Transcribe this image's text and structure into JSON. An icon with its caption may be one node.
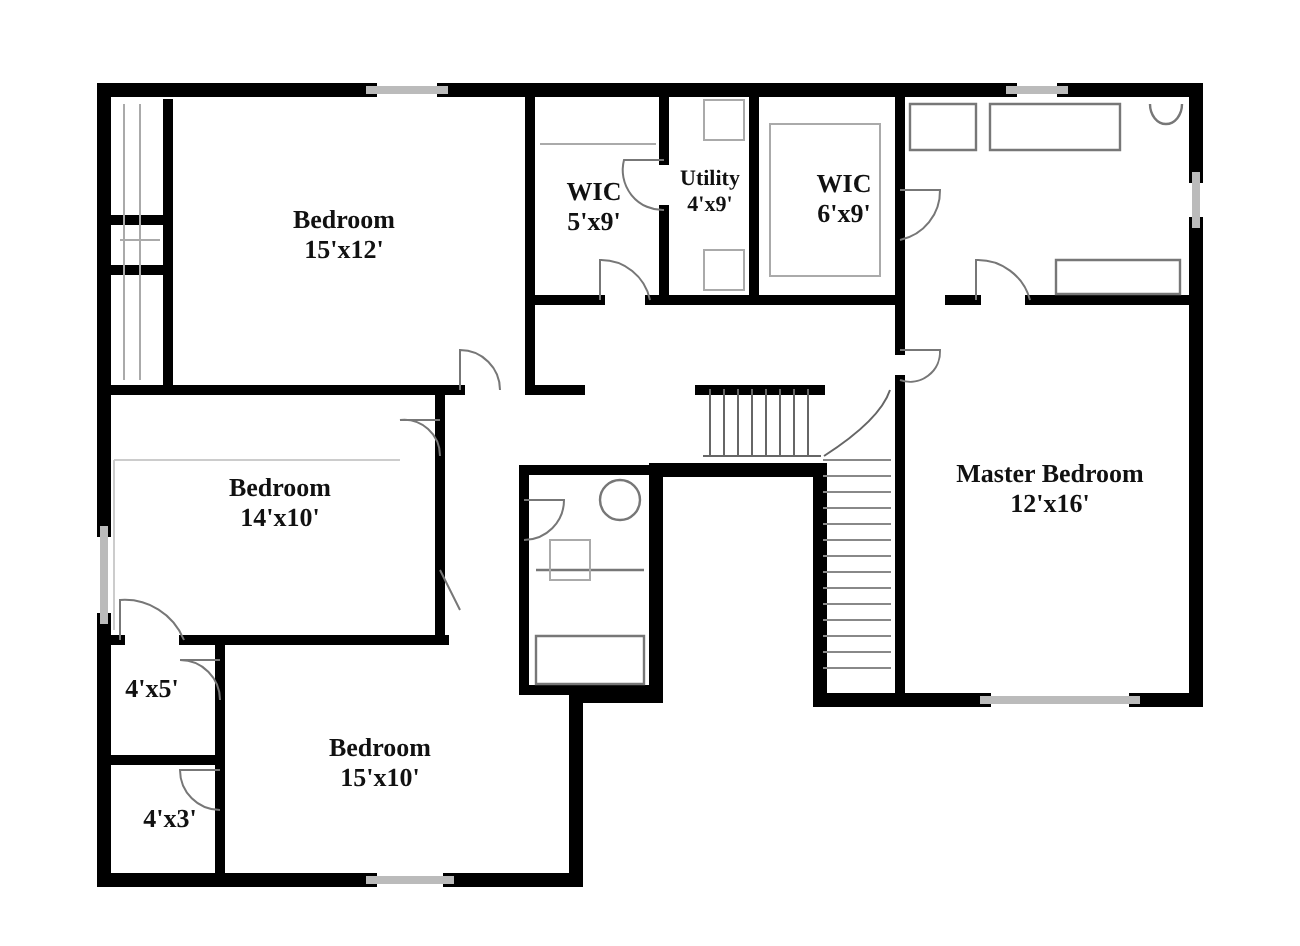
{
  "diagram": {
    "nodes": [
      {
        "text": [
          "Bedroom",
          "15'x12'"
        ]
      },
      {
        "text": [
          "WIC",
          "5'x9'"
        ]
      },
      {
        "text": [
          "Utility",
          "4'x9'"
        ]
      },
      {
        "text": [
          "WIC",
          "6'x9'"
        ]
      },
      {
        "text": [
          "Bedroom",
          "14'x10'"
        ]
      },
      {
        "text": [
          "Master Bedroom",
          "12'x16'"
        ]
      },
      {
        "text": [
          "4'x5'"
        ]
      },
      {
        "text": [
          "Bedroom",
          "15'x10'"
        ]
      },
      {
        "text": [
          "4'x3'"
        ]
      }
    ]
  }
}
